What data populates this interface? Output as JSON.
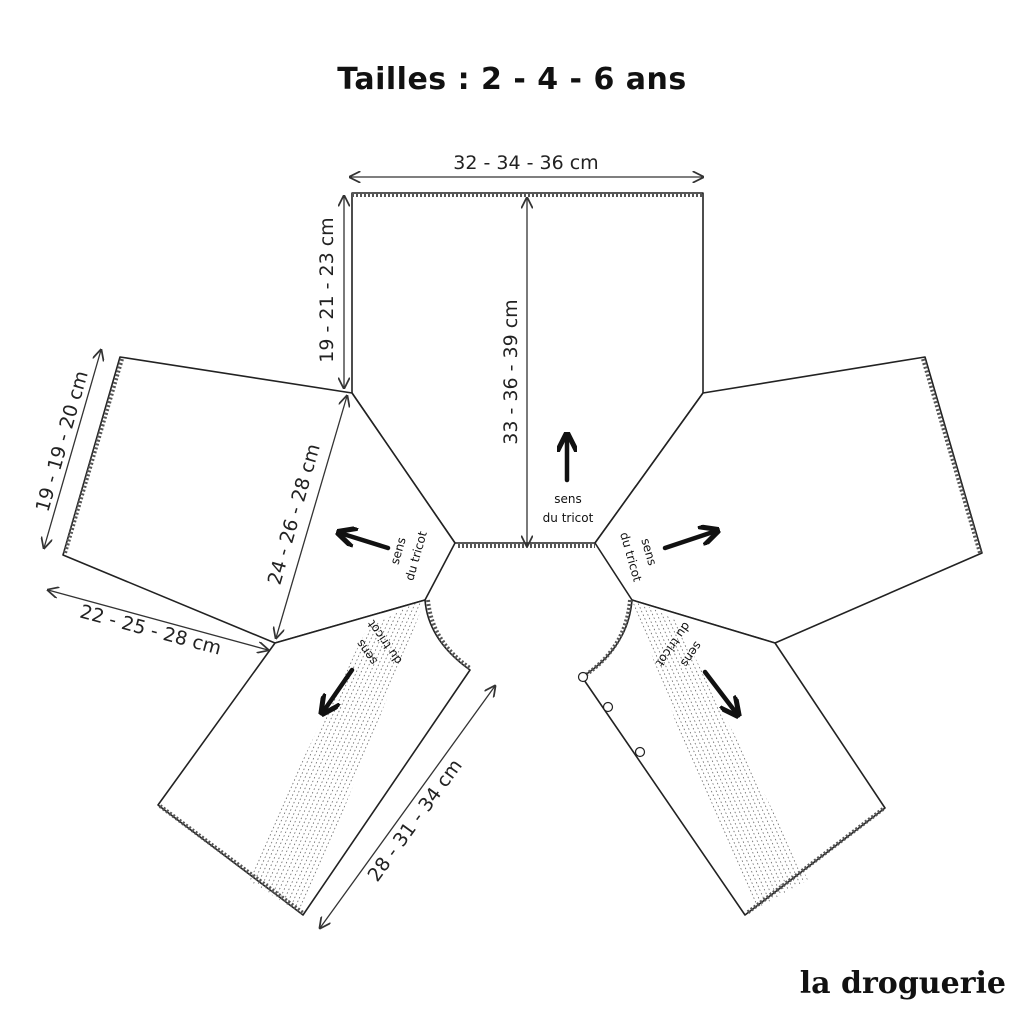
{
  "title": "Tailles : 2 - 4 - 6 ans",
  "brand": "la droguerie",
  "measurements": {
    "back_width": "32 - 34 - 36 cm",
    "back_armhole": "19 - 21 - 23 cm",
    "back_length": "33 - 36 - 39 cm",
    "sleeve_cuff": "19 - 19 - 20 cm",
    "sleeve_top": "24 - 26 - 28 cm",
    "sleeve_length": "22 - 25 - 28 cm",
    "front_length": "28 - 31 - 34 cm"
  },
  "direction_labels": {
    "back": [
      "sens",
      "du tricot"
    ],
    "left_sleeve": [
      "sens",
      "du tricot"
    ],
    "right_sleeve": [
      "sens",
      "du tricot"
    ],
    "left_front": [
      "sens",
      "du tricot"
    ],
    "right_front": [
      "sens",
      "du tricot"
    ]
  }
}
